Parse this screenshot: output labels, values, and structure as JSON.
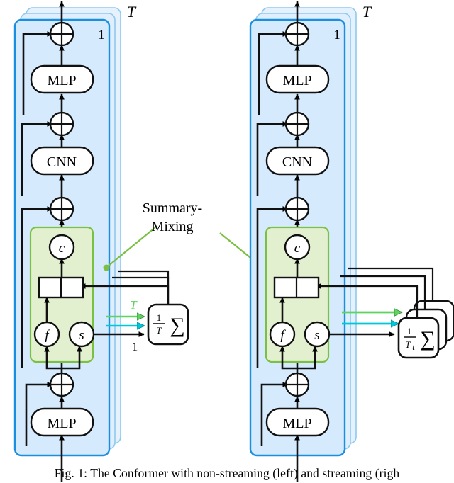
{
  "figure": {
    "caption": "Fig. 1: The Conformer with non-streaming (left) and streaming (righ",
    "colors": {
      "panel_fill": "#d6eafd",
      "panel_stroke": "#1a8fe0",
      "panel_ghost_fill": "#e5f2fe",
      "panel_ghost_stroke": "#8fc8ef",
      "summary_fill": "#e2f0d0",
      "summary_stroke": "#7bc043",
      "callout_line": "#7bc043",
      "arrow_green": "#5fd35f",
      "arrow_cyan": "#00c8d7",
      "arrow_black": "#000000",
      "node_fill": "#ffffff",
      "text": "#000000"
    }
  },
  "callout": {
    "line1": "Summary-",
    "line2": "Mixing",
    "name": "summary-mixing-callout"
  },
  "panels": [
    {
      "id": "non-streaming",
      "side": "left",
      "stack_label": "T",
      "index_label": "1",
      "blocks": [
        {
          "id": "mlp-top",
          "label": "MLP",
          "type": "rounded-box"
        },
        {
          "id": "cnn",
          "label": "CNN",
          "type": "rounded-box"
        },
        {
          "id": "mlp-bottom",
          "label": "MLP",
          "type": "rounded-box"
        }
      ],
      "adders": [
        {
          "id": "add-top",
          "label": "+"
        },
        {
          "id": "add-mid",
          "label": "+"
        },
        {
          "id": "add-summary",
          "label": "+"
        },
        {
          "id": "add-bottom",
          "label": "+"
        }
      ],
      "summary_block": {
        "nodes": [
          {
            "id": "node-c",
            "label": "c"
          },
          {
            "id": "node-f",
            "label": "f"
          },
          {
            "id": "node-s",
            "label": "s"
          }
        ],
        "concat": {
          "id": "concat-box",
          "label": ""
        }
      },
      "sum_unit": {
        "count": 1,
        "numerator": "1",
        "denominator": "T",
        "denominator_sub": "",
        "sigma": "∑",
        "top_label": "T",
        "bottom_label": "1"
      },
      "feedback_lines": 3
    },
    {
      "id": "streaming",
      "side": "right",
      "stack_label": "T",
      "index_label": "1",
      "blocks": [
        {
          "id": "mlp-top",
          "label": "MLP",
          "type": "rounded-box"
        },
        {
          "id": "cnn",
          "label": "CNN",
          "type": "rounded-box"
        },
        {
          "id": "mlp-bottom",
          "label": "MLP",
          "type": "rounded-box"
        }
      ],
      "adders": [
        {
          "id": "add-top",
          "label": "+"
        },
        {
          "id": "add-mid",
          "label": "+"
        },
        {
          "id": "add-summary",
          "label": "+"
        },
        {
          "id": "add-bottom",
          "label": "+"
        }
      ],
      "summary_block": {
        "nodes": [
          {
            "id": "node-c",
            "label": "c"
          },
          {
            "id": "node-f",
            "label": "f"
          },
          {
            "id": "node-s",
            "label": "s"
          }
        ],
        "concat": {
          "id": "concat-box",
          "label": ""
        }
      },
      "sum_unit": {
        "count": 3,
        "numerator": "1",
        "denominator": "T",
        "denominator_sub": "t",
        "sigma": "∑",
        "top_label": "",
        "bottom_label": ""
      },
      "feedback_lines": 3
    }
  ]
}
